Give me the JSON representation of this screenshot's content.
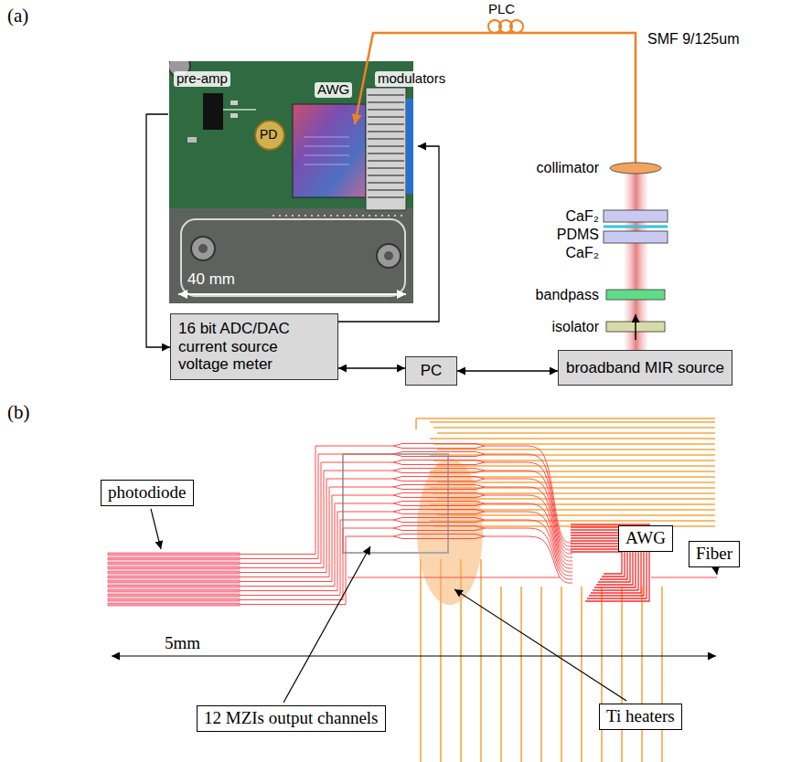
{
  "diagram": {
    "nodes": [
      {
        "text": [
          "16 bit ADC/DAC current source voltage meter"
        ]
      },
      {
        "text": [
          "PC"
        ]
      },
      {
        "text": [
          "broadband MIR source"
        ]
      },
      {
        "text": [
          "photodiode"
        ]
      },
      {
        "text": [
          "AWG"
        ]
      },
      {
        "text": [
          "Fiber"
        ]
      },
      {
        "text": [
          "12 MZIs output channels"
        ]
      },
      {
        "text": [
          "Ti heaters"
        ]
      }
    ],
    "edges": [
      {
        "from": 0,
        "to": 1,
        "arrow": "both"
      },
      {
        "from": 1,
        "to": 2,
        "arrow": "both"
      }
    ],
    "labels": [
      "(a)",
      "PLC",
      "SMF 9/125um",
      "pre-amp",
      "AWG",
      "PD",
      "modulators",
      "40 mm",
      "collimator",
      "CaF₂",
      "PDMS",
      "CaF₂",
      "bandpass",
      "isolator",
      "(b)",
      "5mm"
    ]
  }
}
